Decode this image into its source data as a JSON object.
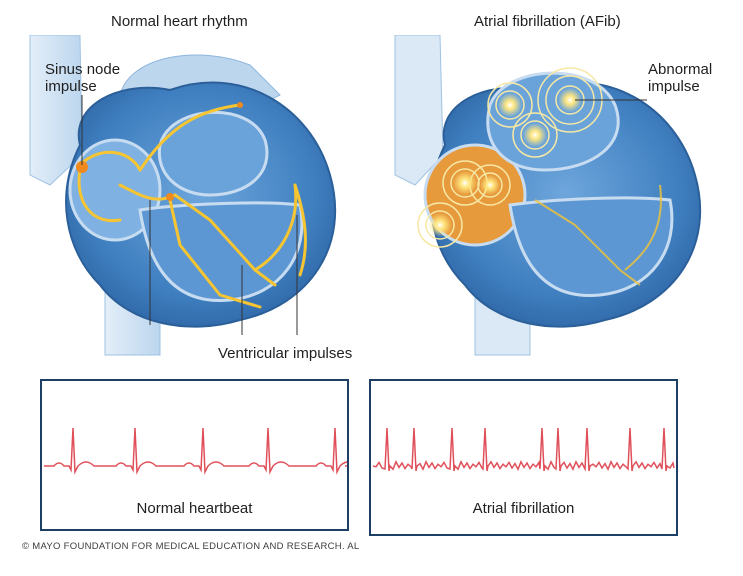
{
  "titles": {
    "normal": "Normal heart rhythm",
    "afib": "Atrial fibrillation (AFib)"
  },
  "annotations": {
    "sinus_node": [
      "Sinus node",
      "impulse"
    ],
    "abnormal": [
      "Abnormal",
      "impulse"
    ],
    "ventricular": "Ventricular impulses"
  },
  "ecg": {
    "normal_caption": "Normal heartbeat",
    "afib_caption": "Atrial fibrillation",
    "trace_color": "#e0505a",
    "border_color": "#1d3f66"
  },
  "colors": {
    "heart_blue": "#3f7fc0",
    "heart_light": "#bcd6ee",
    "impulse_yellow": "#f6c531",
    "impulse_orange": "#f08a1c"
  },
  "copyright": "© MAYO FOUNDATION FOR MEDICAL EDUCATION AND RESEARCH. AL"
}
